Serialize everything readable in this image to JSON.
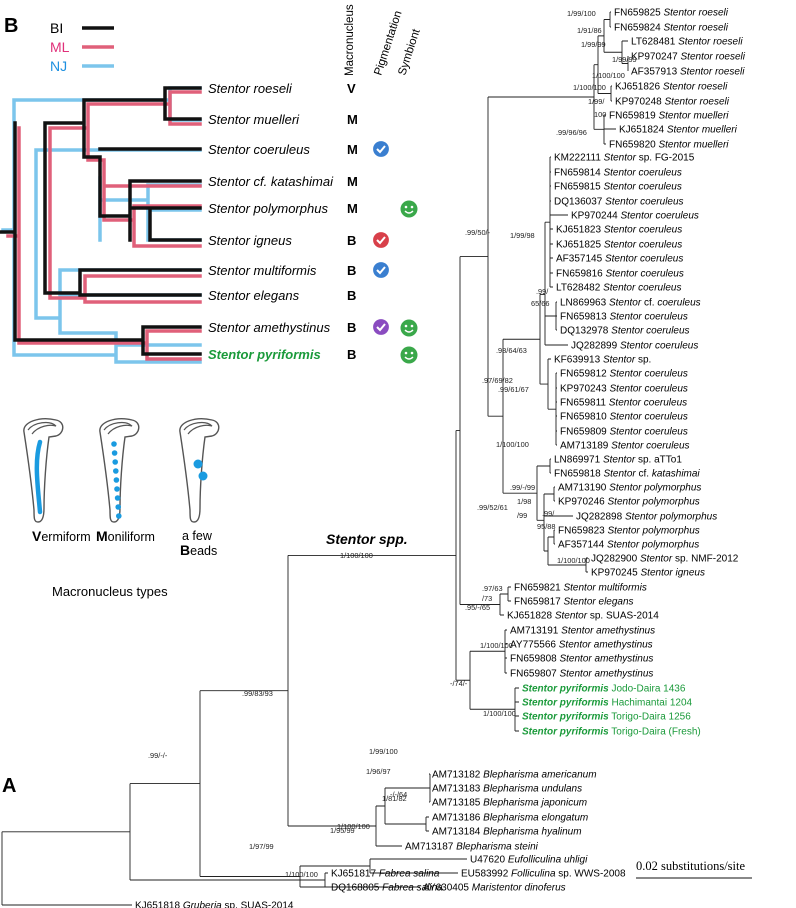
{
  "panel_labels": {
    "a": "A",
    "b": "B"
  },
  "legend": [
    {
      "label": "BI",
      "color": "#111111"
    },
    {
      "label": "ML",
      "color": "#e0607a"
    },
    {
      "label": "NJ",
      "color": "#7cc5ec"
    }
  ],
  "columns": {
    "macronucleus": "Macronucleus",
    "pigmentation": "Pigmentation",
    "symbiont": "Symbiont"
  },
  "panel_b_taxa": [
    {
      "name": "Stentor roeseli",
      "macro": "V",
      "pig": "",
      "sym": false,
      "highlight": false
    },
    {
      "name": "Stentor muelleri",
      "macro": "M",
      "pig": "",
      "sym": false,
      "highlight": false
    },
    {
      "name": "Stentor coeruleus",
      "macro": "M",
      "pig": "blue",
      "sym": false,
      "highlight": false
    },
    {
      "name": "Stentor cf. katashimai",
      "macro": "M",
      "pig": "",
      "sym": false,
      "highlight": false
    },
    {
      "name": "Stentor polymorphus",
      "macro": "M",
      "pig": "",
      "sym": true,
      "highlight": false
    },
    {
      "name": "Stentor igneus",
      "macro": "B",
      "pig": "red",
      "sym": false,
      "highlight": false
    },
    {
      "name": "Stentor multiformis",
      "macro": "B",
      "pig": "blue",
      "sym": false,
      "highlight": false
    },
    {
      "name": "Stentor elegans",
      "macro": "B",
      "pig": "",
      "sym": false,
      "highlight": false
    },
    {
      "name": "Stentor amethystinus",
      "macro": "B",
      "pig": "purple",
      "sym": true,
      "highlight": false
    },
    {
      "name": "Stentor pyriformis",
      "macro": "B",
      "pig": "",
      "sym": true,
      "highlight": true
    }
  ],
  "pigment_colors": {
    "blue": "#3a7fd0",
    "red": "#d8404a",
    "purple": "#8a4cc0",
    "symbiont": "#3aa84a"
  },
  "macronucleus_types": {
    "types": [
      {
        "cap": "V",
        "rest": "ermiform"
      },
      {
        "cap": "M",
        "rest": "oniliform"
      },
      {
        "line1": "a few",
        "cap": "B",
        "rest": "eads"
      }
    ],
    "caption": "Macronucleus types"
  },
  "stentor_label": "Stentor spp.",
  "scale_bar": "0.02 substitutions/site",
  "panel_a_taxa": [
    {
      "acc": "FN659825",
      "name": "Stentor roeseli"
    },
    {
      "acc": "FN659824",
      "name": "Stentor roeseli"
    },
    {
      "acc": "LT628481",
      "name": "Stentor roeseli"
    },
    {
      "acc": "KP970247",
      "name": "Stentor roeseli"
    },
    {
      "acc": "AF357913",
      "name": "Stentor roeseli"
    },
    {
      "acc": "KJ651826",
      "name": "Stentor roeseli"
    },
    {
      "acc": "KP970248",
      "name": "Stentor roeseli"
    },
    {
      "acc": "FN659819",
      "name": "Stentor muelleri"
    },
    {
      "acc": "KJ651824",
      "name": "Stentor muelleri"
    },
    {
      "acc": "FN659820",
      "name": "Stentor muelleri"
    },
    {
      "acc": "KM222111",
      "name": "Stentor",
      "extra": "sp. FG-2015"
    },
    {
      "acc": "FN659814",
      "name": "Stentor coeruleus"
    },
    {
      "acc": "FN659815",
      "name": "Stentor coeruleus"
    },
    {
      "acc": "DQ136037",
      "name": "Stentor coeruleus"
    },
    {
      "acc": "KP970244",
      "name": "Stentor coeruleus"
    },
    {
      "acc": "KJ651823",
      "name": "Stentor coeruleus"
    },
    {
      "acc": "KJ651825",
      "name": "Stentor coeruleus"
    },
    {
      "acc": "AF357145",
      "name": "Stentor coeruleus"
    },
    {
      "acc": "FN659816",
      "name": "Stentor coeruleus"
    },
    {
      "acc": "LT628482",
      "name": "Stentor coeruleus"
    },
    {
      "acc": "LN869963",
      "name": "Stentor",
      "extra": "cf.",
      "name2": "coeruleus"
    },
    {
      "acc": "FN659813",
      "name": "Stentor coeruleus"
    },
    {
      "acc": "DQ132978",
      "name": "Stentor coeruleus"
    },
    {
      "acc": "JQ282899",
      "name": "Stentor coeruleus"
    },
    {
      "acc": "KF639913",
      "name": "Stentor",
      "extra": "sp."
    },
    {
      "acc": "FN659812",
      "name": "Stentor coeruleus"
    },
    {
      "acc": "KP970243",
      "name": "Stentor coeruleus"
    },
    {
      "acc": "FN659811",
      "name": "Stentor coeruleus"
    },
    {
      "acc": "FN659810",
      "name": "Stentor coeruleus"
    },
    {
      "acc": "FN659809",
      "name": "Stentor coeruleus"
    },
    {
      "acc": "AM713189",
      "name": "Stentor coeruleus"
    },
    {
      "acc": "LN869971",
      "name": "Stentor",
      "extra": "sp. aTTo1"
    },
    {
      "acc": "FN659818",
      "name": "Stentor",
      "extra": "cf.",
      "name2": "katashimai"
    },
    {
      "acc": "AM713190",
      "name": "Stentor polymorphus"
    },
    {
      "acc": "KP970246",
      "name": "Stentor polymorphus"
    },
    {
      "acc": "JQ282898",
      "name": "Stentor polymorphus"
    },
    {
      "acc": "FN659823",
      "name": "Stentor polymorphus"
    },
    {
      "acc": "AF357144",
      "name": "Stentor polymorphus"
    },
    {
      "acc": "JQ282900",
      "name": "Stentor",
      "extra": "sp. NMF-2012"
    },
    {
      "acc": "KP970245",
      "name": "Stentor igneus"
    },
    {
      "acc": "FN659821",
      "name": "Stentor multiformis"
    },
    {
      "acc": "FN659817",
      "name": "Stentor elegans"
    },
    {
      "acc": "KJ651828",
      "name": "Stentor",
      "extra": "sp. SUAS-2014"
    },
    {
      "acc": "AM713191",
      "name": "Stentor amethystinus"
    },
    {
      "acc": "AY775566",
      "name": "Stentor amethystinus"
    },
    {
      "acc": "FN659808",
      "name": "Stentor amethystinus"
    },
    {
      "acc": "FN659807",
      "name": "Stentor amethystinus"
    },
    {
      "name": "Stentor pyriformis",
      "extra": "Jodo-Daira 1436",
      "green": true
    },
    {
      "name": "Stentor pyriformis",
      "extra": "Hachimantai 1204",
      "green": true
    },
    {
      "name": "Stentor pyriformis",
      "extra": "Torigo-Daira 1256",
      "green": true
    },
    {
      "name": "Stentor pyriformis",
      "extra": "Torigo-Daira (Fresh)",
      "green": true
    },
    {
      "acc": "AM713182",
      "name": "Blepharisma americanum"
    },
    {
      "acc": "AM713183",
      "name": "Blepharisma undulans"
    },
    {
      "acc": "AM713185",
      "name": "Blepharisma japonicum"
    },
    {
      "acc": "AM713186",
      "name": "Blepharisma elongatum"
    },
    {
      "acc": "AM713184",
      "name": "Blepharisma hyalinum"
    },
    {
      "acc": "AM713187",
      "name": "Blepharisma steini"
    },
    {
      "acc": "U47620",
      "name": "Eufolliculina uhligi"
    },
    {
      "acc": "EU583992",
      "name": "Folliculina",
      "extra": "sp. WWS-2008"
    },
    {
      "acc": "AY630405",
      "name": "Maristentor dinoferus"
    },
    {
      "acc": "KJ651817",
      "name": "Fabrea salina"
    },
    {
      "acc": "DQ168805",
      "name": "Fabrea salina"
    },
    {
      "acc": "KJ651818",
      "name": "Gruberia",
      "extra": "sp. SUAS-2014"
    }
  ],
  "support_values": [
    "1/99/100",
    "1/91/86",
    "1/99/99",
    "1/99/99",
    "1/100/100",
    "1/100/100",
    "1/99/",
    "100",
    ".99/96/96",
    ".99/50/-",
    "1/99/98",
    ".99/",
    "65/66",
    ".97/69/82",
    ".98/64/63",
    ".99/61/67",
    "1/100/100",
    ".99/-/99",
    "1/98",
    "/99",
    ".99/52/61",
    ".99/",
    "95/88",
    "1/100/100",
    ".97/63",
    "/73",
    ".95/-/65",
    "1/100/100",
    "-/74/-",
    "1/100/100",
    "1/100/100",
    ".99/83/93",
    ".99/-/-",
    "1/99/100",
    "1/96/97",
    "-/-/64",
    "1/81/82",
    "1/100/100",
    "1/95/99",
    "1/97/99",
    "1/100/100"
  ]
}
